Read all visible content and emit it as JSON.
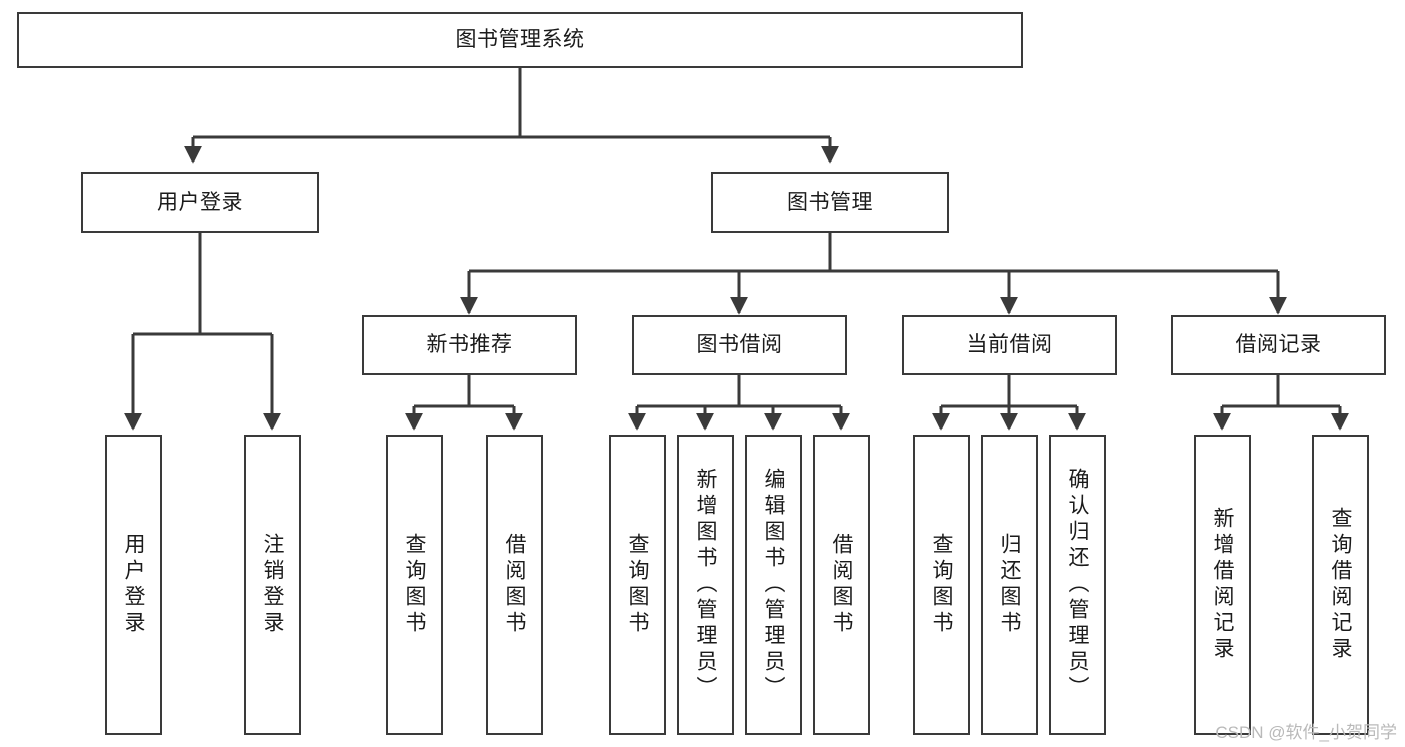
{
  "diagram": {
    "type": "tree",
    "title": "图书管理系统",
    "colors": {
      "stroke": "#3a3a3a",
      "box_fill": "#ffffff",
      "text": "#1b1b1b",
      "background": "#ffffff",
      "watermark": "#b9b9b9"
    },
    "root": {
      "label": "图书管理系统"
    },
    "level1": [
      {
        "id": "user-login",
        "label": "用户登录"
      },
      {
        "id": "book-manage",
        "label": "图书管理"
      }
    ],
    "level2": [
      {
        "id": "new-book-recommend",
        "label": "新书推荐",
        "parent": "book-manage"
      },
      {
        "id": "book-borrow",
        "label": "图书借阅",
        "parent": "book-manage"
      },
      {
        "id": "current-borrow",
        "label": "当前借阅",
        "parent": "book-manage"
      },
      {
        "id": "borrow-record",
        "label": "借阅记录",
        "parent": "book-manage"
      }
    ],
    "leaves": [
      {
        "id": "leaf-user-login",
        "label": "用户登录",
        "parent": "user-login"
      },
      {
        "id": "leaf-logout",
        "label": "注销登录",
        "parent": "user-login"
      },
      {
        "id": "leaf-query-book-1",
        "label": "查询图书",
        "parent": "new-book-recommend"
      },
      {
        "id": "leaf-borrow-book-1",
        "label": "借阅图书",
        "parent": "new-book-recommend"
      },
      {
        "id": "leaf-query-book-2",
        "label": "查询图书",
        "parent": "book-borrow"
      },
      {
        "id": "leaf-add-book",
        "label": "新增图书（管理员）",
        "parent": "book-borrow"
      },
      {
        "id": "leaf-edit-book",
        "label": "编辑图书（管理员）",
        "parent": "book-borrow"
      },
      {
        "id": "leaf-borrow-book-2",
        "label": "借阅图书",
        "parent": "book-borrow"
      },
      {
        "id": "leaf-query-book-3",
        "label": "查询图书",
        "parent": "current-borrow"
      },
      {
        "id": "leaf-return-book",
        "label": "归还图书",
        "parent": "current-borrow"
      },
      {
        "id": "leaf-confirm-return",
        "label": "确认归还（管理员）",
        "parent": "current-borrow"
      },
      {
        "id": "leaf-add-record",
        "label": "新增借阅记录",
        "parent": "borrow-record"
      },
      {
        "id": "leaf-query-record",
        "label": "查询借阅记录",
        "parent": "borrow-record"
      }
    ]
  },
  "watermark": {
    "text": "CSDN @软件_小贺同学"
  }
}
